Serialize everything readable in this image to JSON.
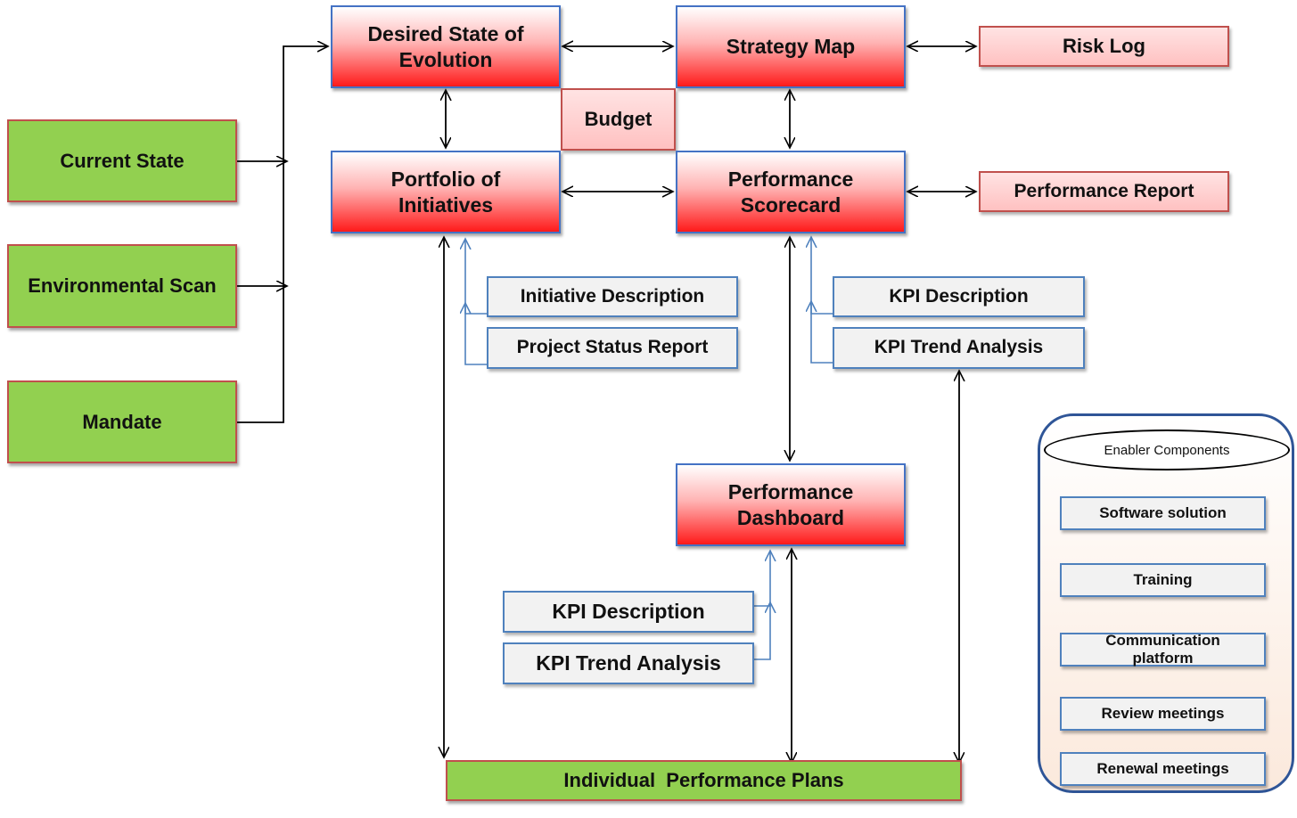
{
  "inputs": {
    "current_state": "Current State",
    "environmental_scan": "Environmental Scan",
    "mandate": "Mandate"
  },
  "core": {
    "desired_state": "Desired State of Evolution",
    "strategy_map": "Strategy Map",
    "risk_log": "Risk Log",
    "budget": "Budget",
    "portfolio": "Portfolio of Initiatives",
    "performance_scorecard": "Performance Scorecard",
    "performance_report": "Performance Report",
    "performance_dashboard": "Performance Dashboard",
    "individual_plans": "Individual  Performance Plans"
  },
  "supporting": {
    "initiative_description": "Initiative Description",
    "project_status_report": "Project Status Report",
    "scorecard_kpi_description": "KPI Description",
    "scorecard_kpi_trend": "KPI Trend Analysis",
    "dashboard_kpi_description": "KPI Description",
    "dashboard_kpi_trend": "KPI Trend Analysis"
  },
  "enablers": {
    "title": "Enabler Components",
    "items": [
      "Software solution",
      "Training",
      "Communication platform",
      "Review meetings",
      "Renewal meetings"
    ]
  },
  "colors": {
    "input_fill": "#92d050",
    "input_border": "#c0504d",
    "core_border": "#4472c4",
    "core_gradient_end": "#ff1a1a",
    "support_fill": "#f2f2f2",
    "support_border": "#4f81bd",
    "support_arrow": "#4f81bd",
    "main_arrow": "#000000",
    "panel_border": "#2f5597"
  }
}
